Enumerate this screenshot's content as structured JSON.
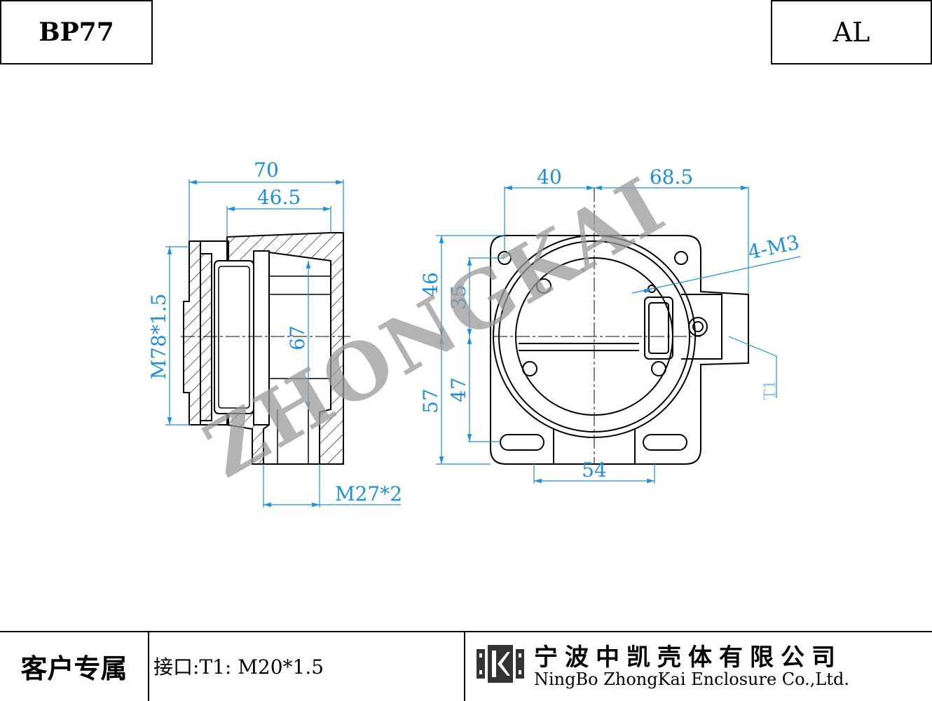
{
  "header": {
    "part_code": "BP77",
    "material": "AL"
  },
  "footer": {
    "customer_label": "客户专属",
    "interface_text": "接口:T1: M20*1.5",
    "company_cn": "宁波中凯壳体有限公司",
    "company_en": "NingBo ZhongKai Enclosure Co.,Ltd."
  },
  "watermark": "ZHONGKAI",
  "side_view": {
    "dims": {
      "overall_length": "70",
      "inner_length": "46.5",
      "thread_main": "M78*1.5",
      "inner_height": "67",
      "thread_outlet": "M27*2"
    }
  },
  "front_view": {
    "dims": {
      "left_width": "40",
      "right_width": "68.5",
      "holes": "4-M3",
      "upper_height": "46",
      "upper_inner": "35",
      "lower_height": "57",
      "lower_inner": "47",
      "bottom_width": "54",
      "port_label": "T1"
    }
  },
  "colors": {
    "dimension": "#1a8fe0",
    "outline": "#000000",
    "watermark": "#9a9a9a"
  }
}
